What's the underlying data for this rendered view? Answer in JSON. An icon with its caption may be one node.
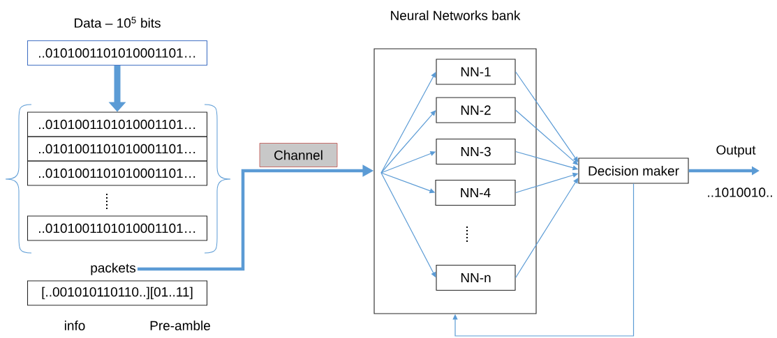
{
  "diagram": {
    "nodes": [
      {
        "text": [
          "Data – 10$^{5}$ bits",
          "..0101001101010001101…"
        ]
      },
      {
        "text": [
          "..0101001101010001101…"
        ]
      },
      {
        "text": [
          "..0101001101010001101…"
        ]
      },
      {
        "text": [
          "..0101001101010001101…"
        ]
      },
      {
        "text": [
          "..0101001101010001101…"
        ]
      },
      {
        "text": [
          "packets"
        ]
      },
      {
        "text": [
          "[..001010110110..][01..11]"
        ]
      },
      {
        "text": [
          "Neural Networks bank"
        ]
      },
      {
        "text": [
          "NN-1"
        ],
        "in": 7
      },
      {
        "text": [
          "NN-2"
        ],
        "in": 7
      },
      {
        "text": [
          "NN-3"
        ],
        "in": 7
      },
      {
        "text": [
          "NN-4"
        ],
        "in": 7
      },
      {
        "text": [
          "NN-n"
        ],
        "in": 7
      },
      {
        "text": [
          "Decision maker"
        ]
      }
    ],
    "edges": [
      {
        "from": 0,
        "to": 1,
        "arrow": "to",
        "style": "thick"
      },
      {
        "from": 5,
        "to": 7,
        "arrow": "to",
        "label": "Channel",
        "style": "thick"
      },
      {
        "from": null,
        "to": 8,
        "arrow": "to"
      },
      {
        "from": null,
        "to": 9,
        "arrow": "to"
      },
      {
        "from": null,
        "to": 10,
        "arrow": "to"
      },
      {
        "from": null,
        "to": 11,
        "arrow": "to"
      },
      {
        "from": null,
        "to": 12,
        "arrow": "to"
      },
      {
        "from": 8,
        "to": 13,
        "arrow": "to"
      },
      {
        "from": 9,
        "to": 13,
        "arrow": "to"
      },
      {
        "from": 10,
        "to": 13,
        "arrow": "to"
      },
      {
        "from": 11,
        "to": 13,
        "arrow": "to"
      },
      {
        "from": 12,
        "to": 13,
        "arrow": "to"
      },
      {
        "from": 13,
        "to": null,
        "arrow": "to",
        "label": "Output",
        "style": "thick"
      },
      {
        "from": 13,
        "to": 7,
        "arrow": "to"
      }
    ],
    "labels": [
      "..1010010..",
      "info",
      "Pre-amble"
    ]
  }
}
